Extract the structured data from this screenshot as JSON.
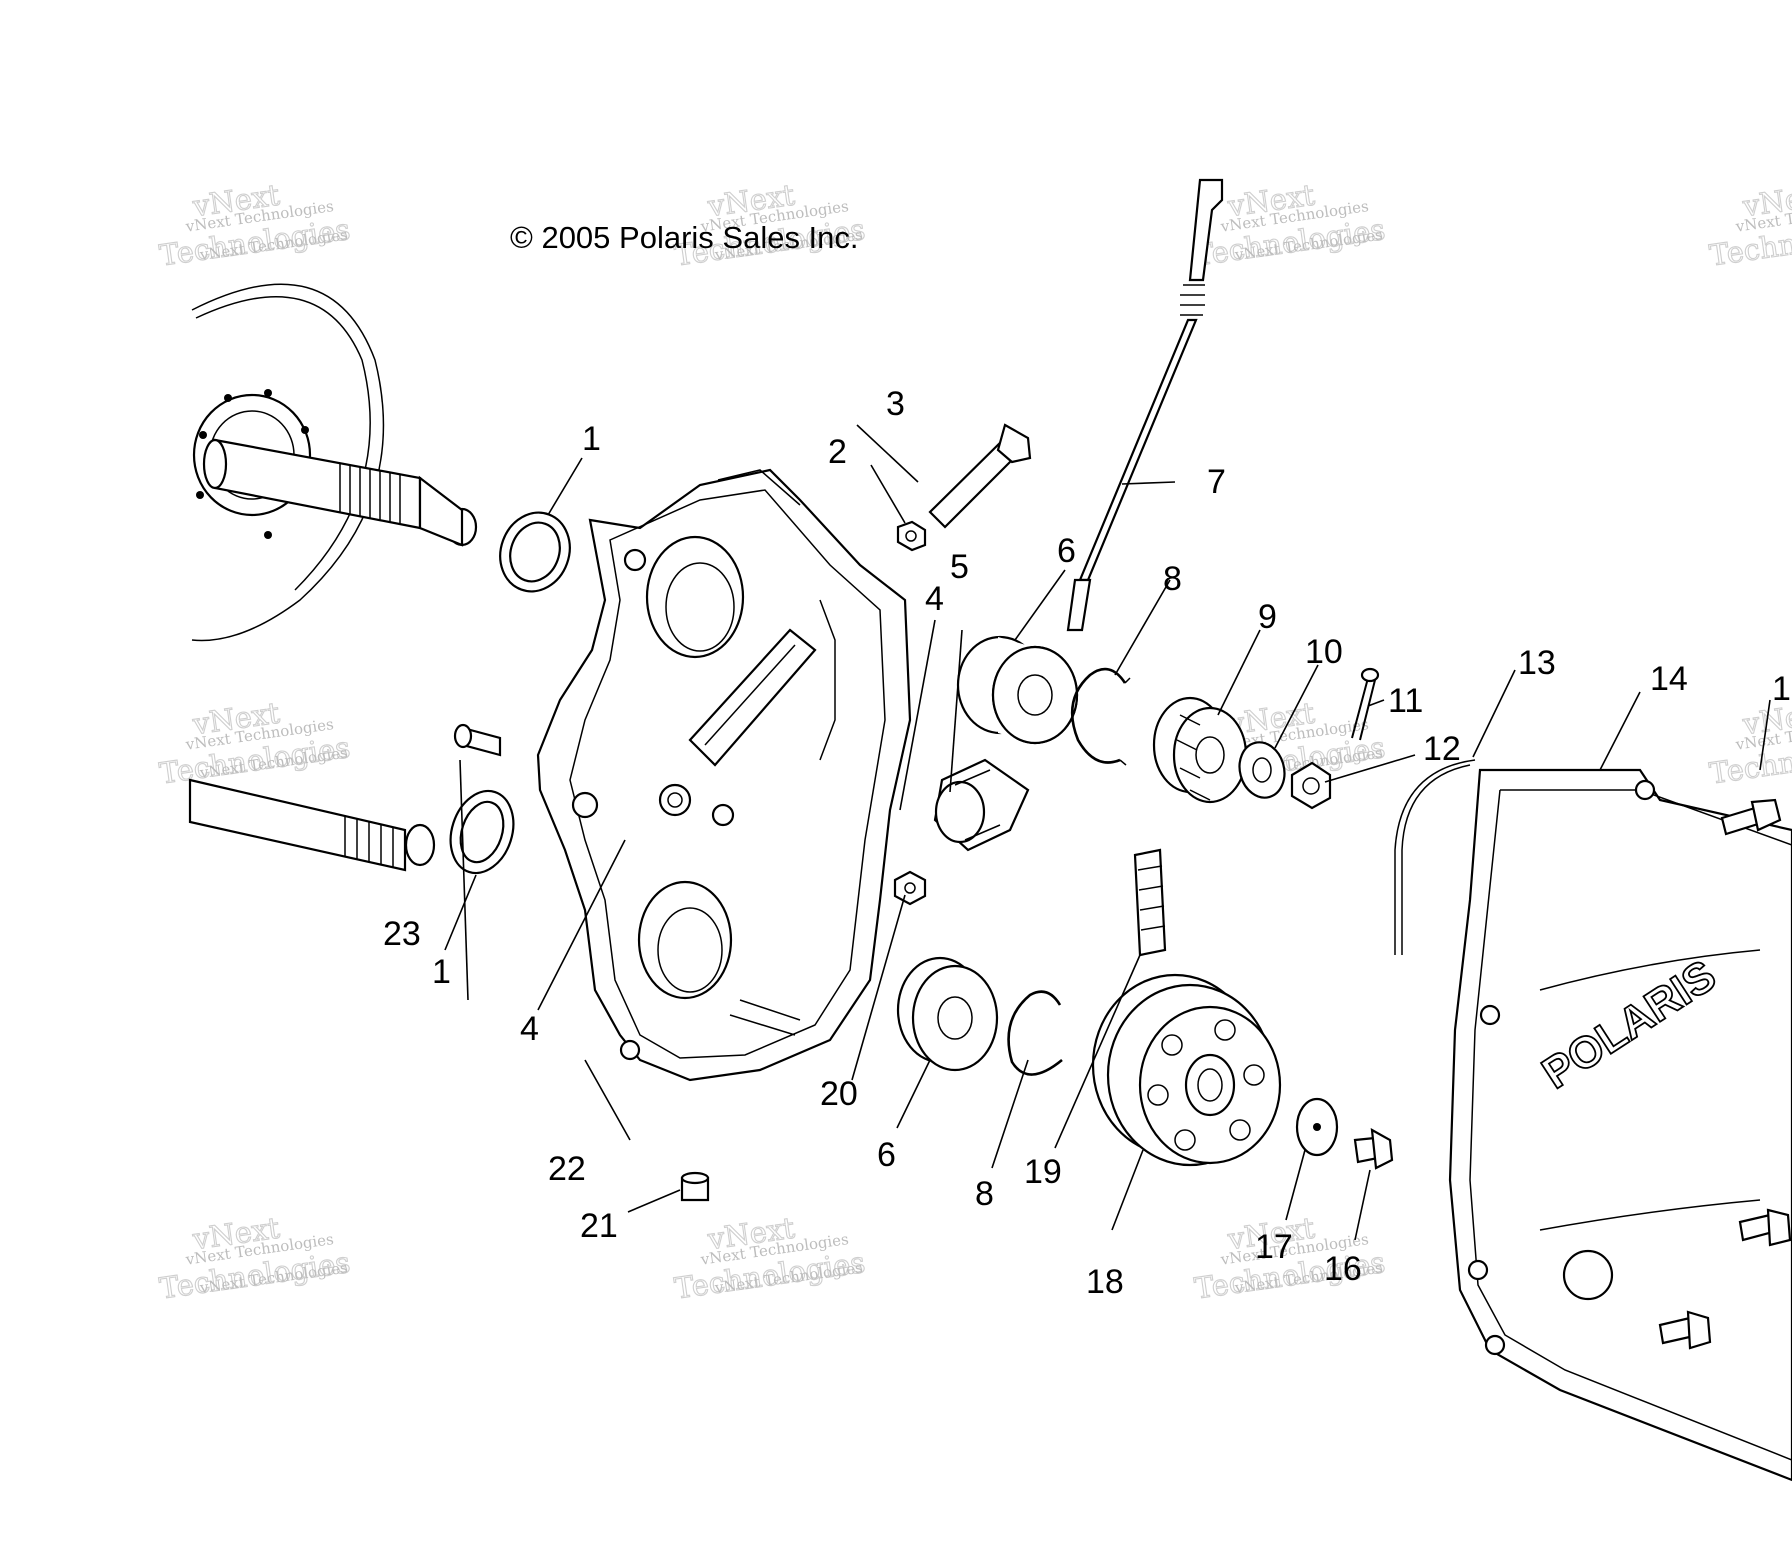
{
  "copyright": "© 2005 Polaris Sales Inc.",
  "brand_logo_text": "POLARIS",
  "watermark": {
    "line1": "vNext Technologies",
    "line2": "vNext",
    "line3": "Technologies"
  },
  "callouts": [
    {
      "id": "1",
      "label": "1"
    },
    {
      "id": "1b",
      "label": "1"
    },
    {
      "id": "2",
      "label": "2"
    },
    {
      "id": "3",
      "label": "3"
    },
    {
      "id": "4",
      "label": "4"
    },
    {
      "id": "4b",
      "label": "4"
    },
    {
      "id": "5",
      "label": "5"
    },
    {
      "id": "6",
      "label": "6"
    },
    {
      "id": "6b",
      "label": "6"
    },
    {
      "id": "7",
      "label": "7"
    },
    {
      "id": "8",
      "label": "8"
    },
    {
      "id": "8b",
      "label": "8"
    },
    {
      "id": "9",
      "label": "9"
    },
    {
      "id": "10",
      "label": "10"
    },
    {
      "id": "11",
      "label": "11"
    },
    {
      "id": "12",
      "label": "12"
    },
    {
      "id": "13",
      "label": "13"
    },
    {
      "id": "14",
      "label": "14"
    },
    {
      "id": "15",
      "label": "1"
    },
    {
      "id": "16",
      "label": "16"
    },
    {
      "id": "17",
      "label": "17"
    },
    {
      "id": "18",
      "label": "18"
    },
    {
      "id": "19",
      "label": "19"
    },
    {
      "id": "20",
      "label": "20"
    },
    {
      "id": "21",
      "label": "21"
    },
    {
      "id": "22",
      "label": "22"
    },
    {
      "id": "23",
      "label": "23"
    }
  ]
}
